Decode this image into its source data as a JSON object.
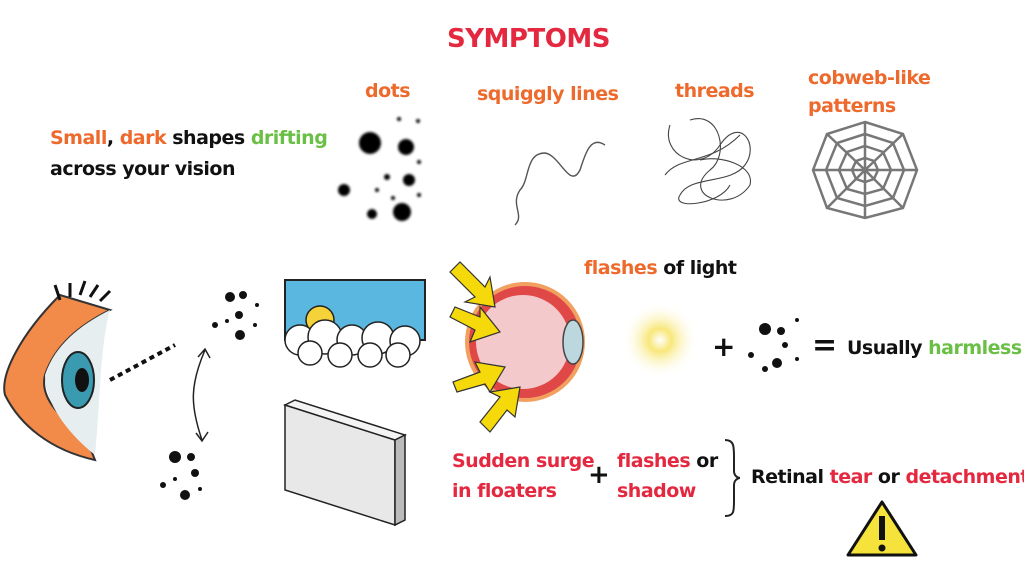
{
  "title": "SYMPTOMS",
  "intro": {
    "small": "Small",
    "comma": ",",
    "dark": "dark",
    "shapes": "shapes",
    "drifting": "drifting",
    "line2": "across your vision"
  },
  "types": [
    {
      "label": "dots"
    },
    {
      "label": "squiggly lines"
    },
    {
      "label": "threads"
    },
    {
      "label_line1": "cobweb-like",
      "label_line2": "patterns"
    }
  ],
  "flashes": {
    "flashes": "flashes",
    "rest": "of light"
  },
  "harmless": {
    "plus": "+",
    "equals": "=",
    "usually": "Usually",
    "harmless": "harmless"
  },
  "warning": {
    "surge_line1": "Sudden surge",
    "surge_line2": "in floaters",
    "plus": "+",
    "flashes": "flashes",
    "or": "or",
    "shadow": "shadow",
    "retinal": "Retinal",
    "tear": "tear",
    "or2": "or",
    "detachment": "detachment"
  },
  "colors": {
    "red": "#e3283f",
    "orange": "#ee6a2c",
    "green": "#6abf45",
    "yellow": "#f5d90a"
  }
}
